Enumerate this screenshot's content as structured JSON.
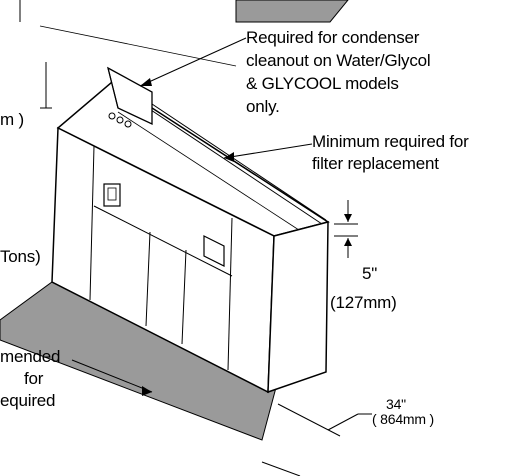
{
  "labels": {
    "condenser_note": [
      "Required for condenser",
      "cleanout on Water/Glycol",
      "& GLYCOOL models",
      "only."
    ],
    "filter_note": [
      "Minimum required for",
      "filter replacement"
    ],
    "left_mm_fragment": "m )",
    "left_tons_fragment": "Tons)",
    "left_recommended_fragment": [
      "mended",
      "for",
      "equired"
    ],
    "height_dimension": [
      "5\"",
      "(127mm)"
    ],
    "depth_dimension": [
      "34\"",
      "( 864mm )"
    ]
  },
  "colors": {
    "line": "#000000",
    "hatch_fill": "#9a9a9a",
    "cabinet_fill": "#ffffff",
    "background": "#ffffff"
  }
}
